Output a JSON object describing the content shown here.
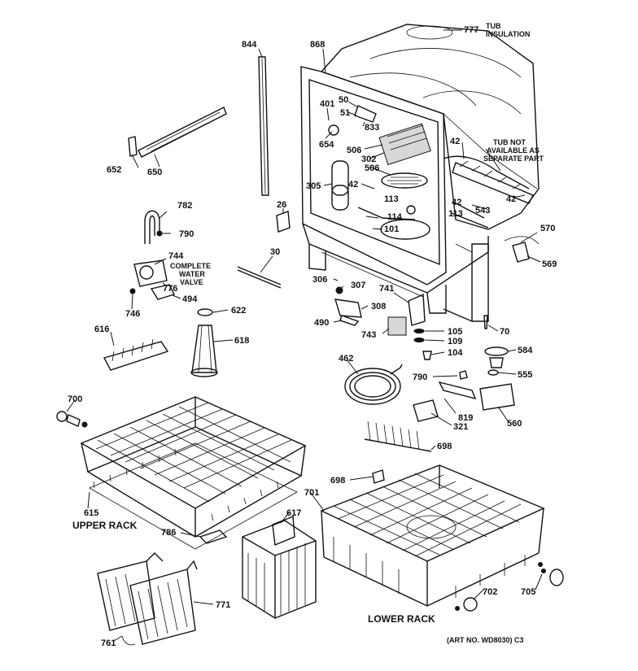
{
  "labels": {
    "p777": "777",
    "tub_insulation_1": "TUB",
    "tub_insulation_2": "INSULATION",
    "p844": "844",
    "p868": "868",
    "p401": "401",
    "p50": "50",
    "p51": "51",
    "p833": "833",
    "p654": "654",
    "p506a": "506",
    "p302": "302",
    "p506b": "506",
    "p305": "305",
    "p42a": "42",
    "p113a": "113",
    "p114": "114",
    "p101": "101",
    "p42b": "42",
    "p42c": "42",
    "p113b": "113",
    "p543": "543",
    "p42d": "42",
    "tub_not_1": "TUB NOT",
    "tub_not_2": "AVAILABLE AS",
    "tub_not_3": "SEPARATE PART",
    "p652": "652",
    "p650": "650",
    "p782": "782",
    "p790a": "790",
    "p26": "26",
    "p744": "744",
    "complete_1": "COMPLETE",
    "complete_2": "WATER",
    "complete_3": "VALVE",
    "p776": "776",
    "p746": "746",
    "p494": "494",
    "p30": "30",
    "p570": "570",
    "p569": "569",
    "p306": "306",
    "p307": "307",
    "p741": "741",
    "p308": "308",
    "p490": "490",
    "p743": "743",
    "p105": "105",
    "p109": "109",
    "p104": "104",
    "p70": "70",
    "p622": "622",
    "p616": "616",
    "p618": "618",
    "p462": "462",
    "p584": "584",
    "p555": "555",
    "p790b": "790",
    "p819": "819",
    "p321": "321",
    "p560": "560",
    "p700": "700",
    "p698a": "698",
    "p698b": "698",
    "p615": "615",
    "upper_rack": "UPPER RACK",
    "p617": "617",
    "p701": "701",
    "p786": "786",
    "p771": "771",
    "p761": "761",
    "p702": "702",
    "p705": "705",
    "lower_rack": "LOWER RACK",
    "art_no": "(ART NO. WD8030) C3"
  }
}
